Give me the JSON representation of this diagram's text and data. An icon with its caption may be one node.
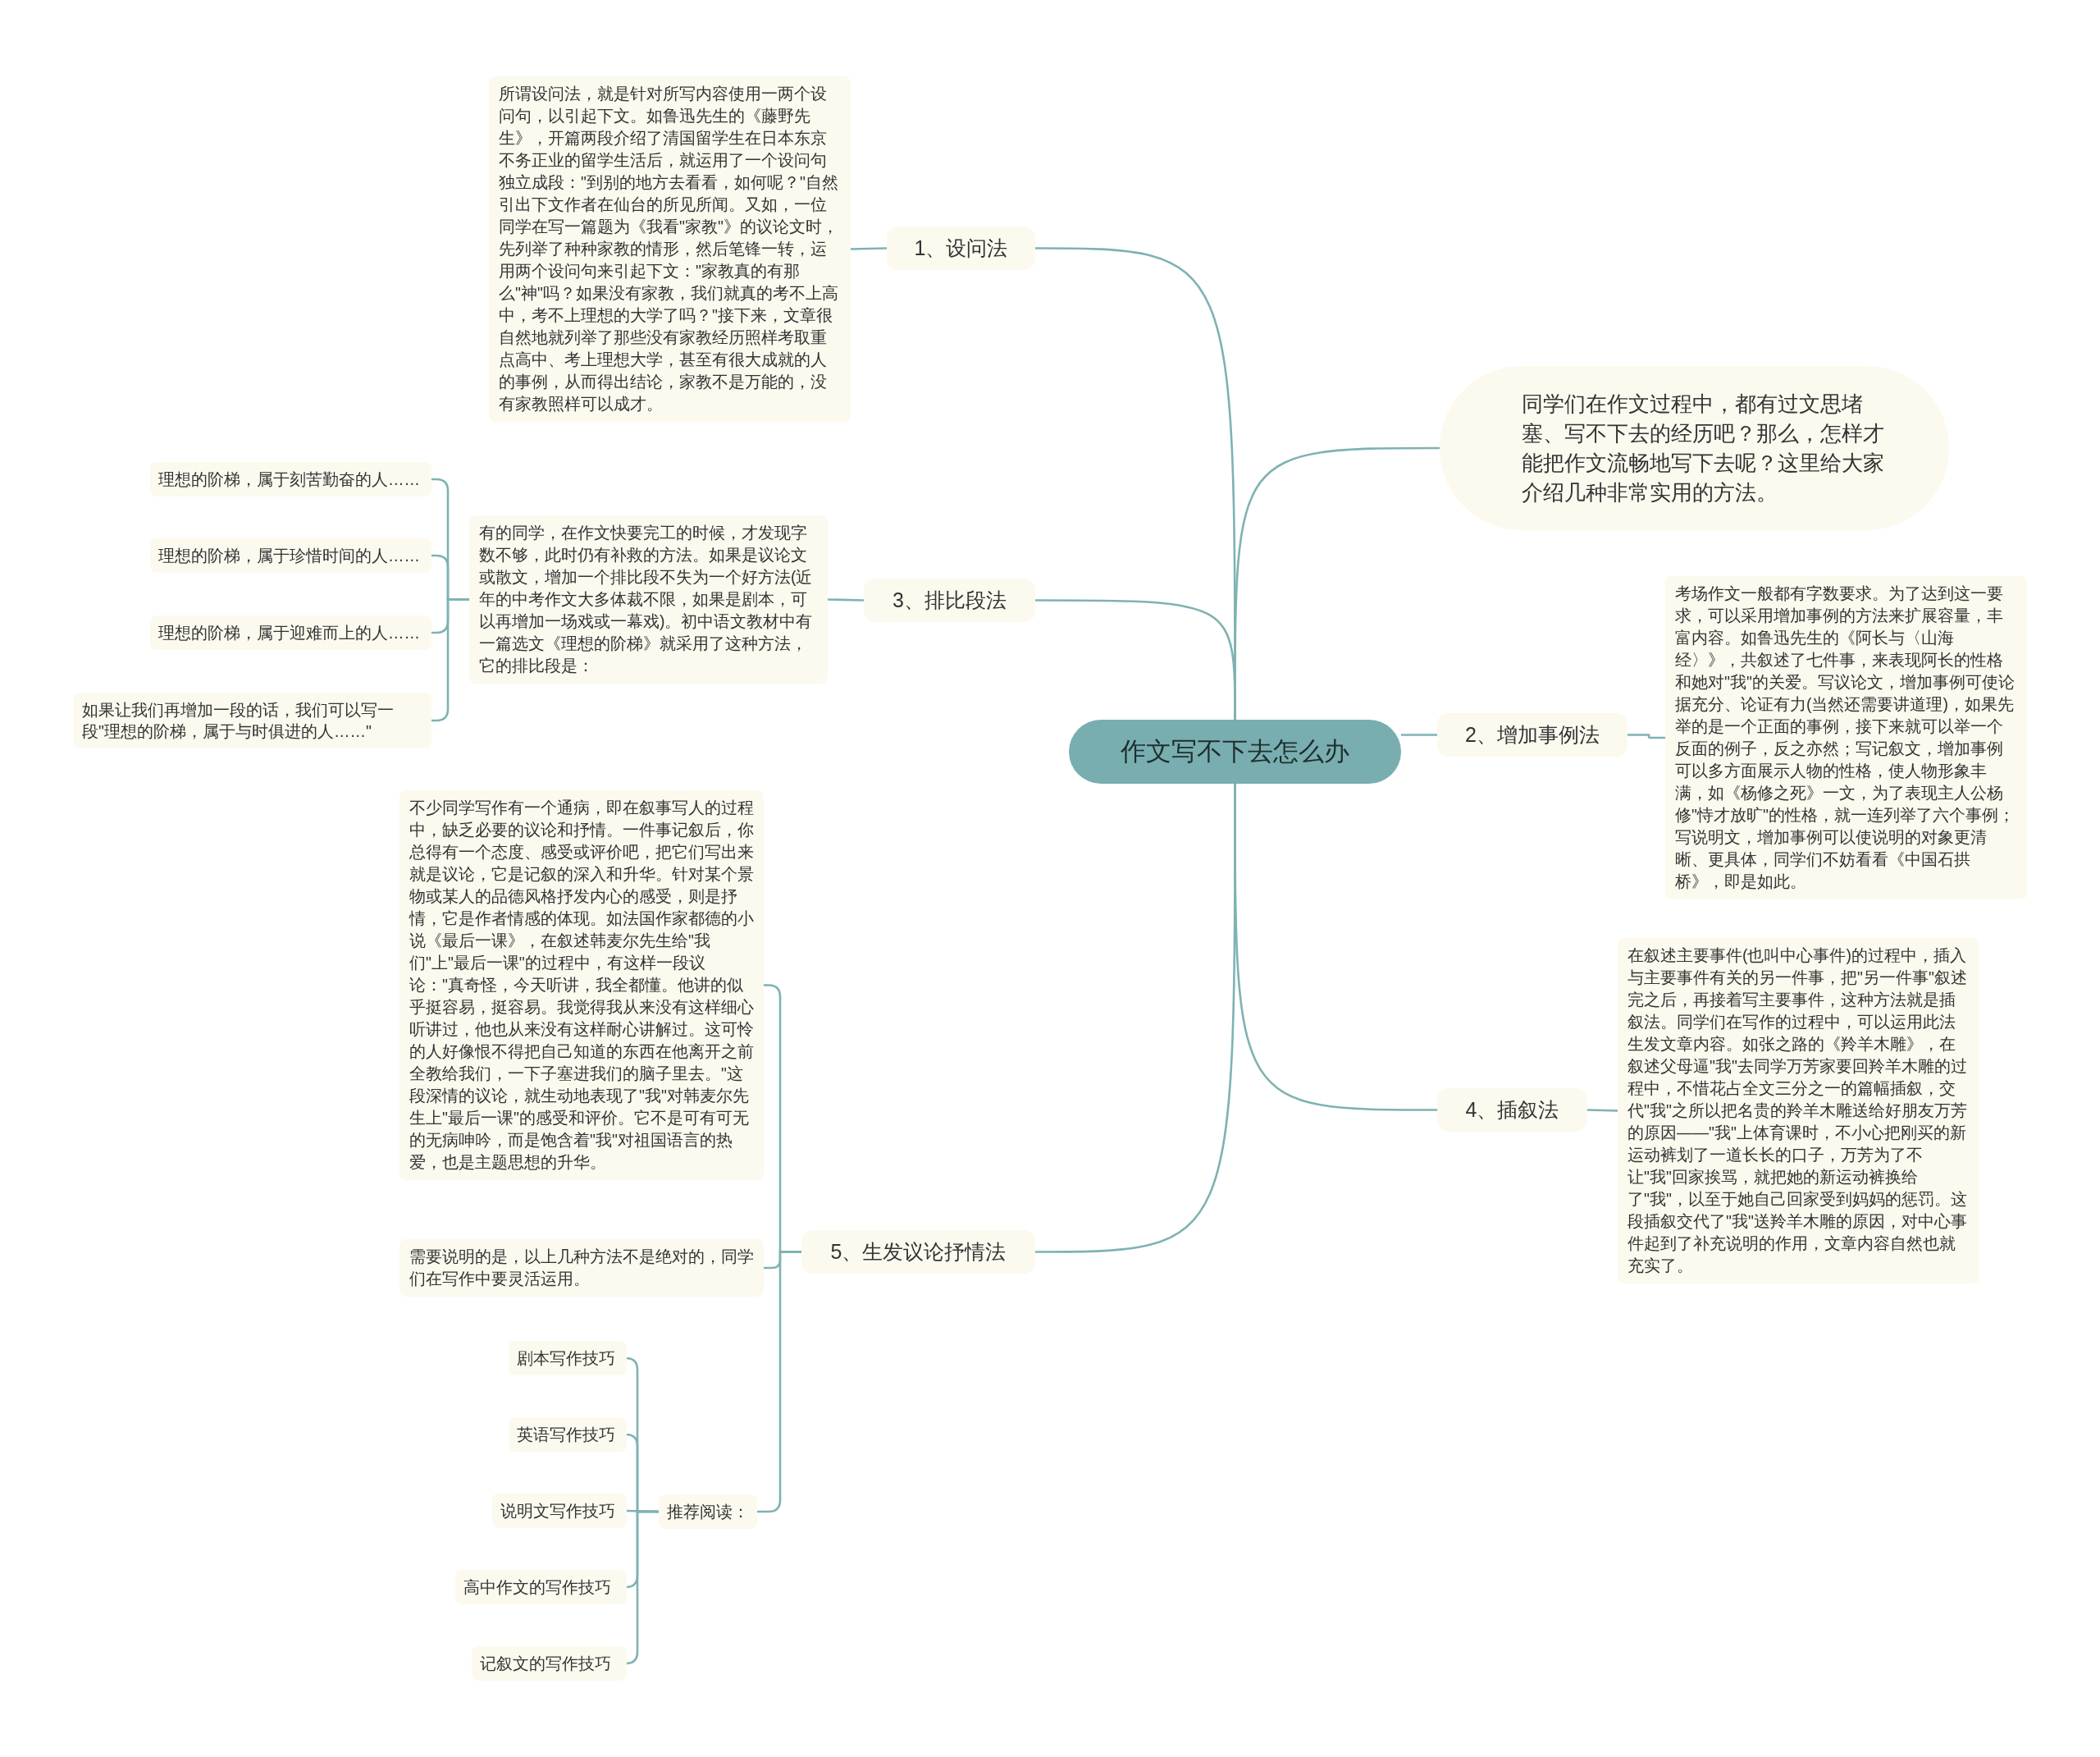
{
  "diagram": {
    "nodes": [
      {
        "text": [
          "作文写不下去怎么办"
        ]
      },
      {
        "text": [
          "1、设问法"
        ]
      },
      {
        "text": [
          "所谓设问法，就是针对所写内容使用一两个设问句，以引起下文。如鲁迅先生的《藤野先生》，开篇两段介绍了清国留学生在日本东京不务正业的留学生活后，就运用了一个设问句独立成段：\"到别的地方去看看，如何呢？\"自然引出下文作者在仙台的所见所闻。又如，一位同学在写一篇题为《我看\"家教\"》的议论文时，先列举了种种家教的情形，然后笔锋一转，运用两个设问句来引起下文：\"家教真的有那么\"神\"吗？如果没有家教，我们就真的考不上高中，考不上理想的大学了吗？\"接下来，文章很自然地就列举了那些没有家教经历照样考取重点高中、考上理想大学，甚至有很大成就的人的事例，从而得出结论，家教不是万能的，没有家教照样可以成才。"
        ]
      },
      {
        "text": [
          "同学们在作文过程中，都有过文思堵塞、写不下去的经历吧？那么，怎样才能把作文流畅地写下去呢？这里给大家介绍几种非常实用的方法。"
        ]
      },
      {
        "text": [
          "2、增加事例法"
        ]
      },
      {
        "text": [
          "考场作文一般都有字数要求。为了达到这一要求，可以采用增加事例的方法来扩展容量，丰富内容。如鲁迅先生的《阿长与〈山海经〉》，共叙述了七件事，来表现阿长的性格和她对\"我\"的关爱。写议论文，增加事例可使论据充分、论证有力(当然还需要讲道理)，如果先举的是一个正面的事例，接下来就可以举一个反面的例子，反之亦然；写记叙文，增加事例可以多方面展示人物的性格，使人物形象丰满，如《杨修之死》一文，为了表现主人公杨修\"恃才放旷\"的性格，就一连列举了六个事例；写说明文，增加事例可以使说明的对象更清晰、更具体，同学们不妨看看《中国石拱桥》，即是如此。"
        ]
      },
      {
        "text": [
          "3、排比段法"
        ]
      },
      {
        "text": [
          "有的同学，在作文快要完工的时候，才发现字数不够，此时仍有补救的方法。如果是议论文或散文，增加一个排比段不失为一个好方法(近年的中考作文大多体裁不限，如果是剧本，可以再增加一场戏或一幕戏)。初中语文教材中有一篇选文《理想的阶梯》就采用了这种方法，它的排比段是："
        ]
      },
      {
        "text": [
          "理想的阶梯，属于刻苦勤奋的人……"
        ]
      },
      {
        "text": [
          "理想的阶梯，属于珍惜时间的人……"
        ]
      },
      {
        "text": [
          "理想的阶梯，属于迎难而上的人……"
        ]
      },
      {
        "text": [
          "如果让我们再增加一段的话，我们可以写一段\"理想的阶梯，属于与时俱进的人……\""
        ]
      },
      {
        "text": [
          "4、插叙法"
        ]
      },
      {
        "text": [
          "在叙述主要事件(也叫中心事件)的过程中，插入与主要事件有关的另一件事，把\"另一件事\"叙述完之后，再接着写主要事件，这种方法就是插叙法。同学们在写作的过程中，可以运用此法生发文章内容。如张之路的《羚羊木雕》，在叙述父母逼\"我\"去同学万芳家要回羚羊木雕的过程中，不惜花占全文三分之一的篇幅插叙，交代\"我\"之所以把名贵的羚羊木雕送给好朋友万芳的原因——\"我\"上体育课时，不小心把刚买的新运动裤划了一道长长的口子，万芳为了不让\"我\"回家挨骂，就把她的新运动裤换给了\"我\"，以至于她自己回家受到妈妈的惩罚。这段插叙交代了\"我\"送羚羊木雕的原因，对中心事件起到了补充说明的作用，文章内容自然也就充实了。"
        ]
      },
      {
        "text": [
          "5、生发议论抒情法"
        ]
      },
      {
        "text": [
          "不少同学写作有一个通病，即在叙事写人的过程中，缺乏必要的议论和抒情。一件事记叙后，你总得有一个态度、感受或评价吧，把它们写出来就是议论，它是记叙的深入和升华。针对某个景物或某人的品德风格抒发内心的感受，则是抒情，它是作者情感的体现。如法国作家都德的小说《最后一课》，在叙述韩麦尔先生给\"我们\"上\"最后一课\"的过程中，有这样一段议论：\"真奇怪，今天听讲，我全都懂。他讲的似乎挺容易，挺容易。我觉得我从来没有这样细心听讲过，他也从来没有这样耐心讲解过。这可怜的人好像恨不得把自己知道的东西在他离开之前全教给我们，一下子塞进我们的脑子里去。\"这段深情的议论，就生动地表现了\"我\"对韩麦尔先生上\"最后一课\"的感受和评价。它不是可有可无的无病呻吟，而是饱含着\"我\"对祖国语言的热爱，也是主题思想的升华。"
        ]
      },
      {
        "text": [
          "需要说明的是，以上几种方法不是绝对的，同学们在写作中要灵活运用。"
        ]
      },
      {
        "text": [
          "推荐阅读："
        ]
      },
      {
        "text": [
          "剧本写作技巧"
        ]
      },
      {
        "text": [
          "英语写作技巧"
        ]
      },
      {
        "text": [
          "说明文写作技巧"
        ]
      },
      {
        "text": [
          "高中作文的写作技巧"
        ]
      },
      {
        "text": [
          "记叙文的写作技巧"
        ]
      }
    ],
    "edges": [
      {
        "from": 0,
        "to": 1,
        "arrow": "none"
      },
      {
        "from": 1,
        "to": 2,
        "arrow": "none"
      },
      {
        "from": 0,
        "to": 3,
        "arrow": "none"
      },
      {
        "from": 0,
        "to": 4,
        "arrow": "none"
      },
      {
        "from": 4,
        "to": 5,
        "arrow": "none"
      },
      {
        "from": 0,
        "to": 6,
        "arrow": "none"
      },
      {
        "from": 6,
        "to": 7,
        "arrow": "none"
      },
      {
        "from": 7,
        "to": 8,
        "arrow": "none"
      },
      {
        "from": 7,
        "to": 9,
        "arrow": "none"
      },
      {
        "from": 7,
        "to": 10,
        "arrow": "none"
      },
      {
        "from": 7,
        "to": 11,
        "arrow": "none"
      },
      {
        "from": 0,
        "to": 12,
        "arrow": "none"
      },
      {
        "from": 12,
        "to": 13,
        "arrow": "none"
      },
      {
        "from": 0,
        "to": 14,
        "arrow": "none"
      },
      {
        "from": 14,
        "to": 15,
        "arrow": "none"
      },
      {
        "from": 14,
        "to": 16,
        "arrow": "none"
      },
      {
        "from": 14,
        "to": 17,
        "arrow": "none"
      },
      {
        "from": 17,
        "to": 18,
        "arrow": "none"
      },
      {
        "from": 17,
        "to": 19,
        "arrow": "none"
      },
      {
        "from": 17,
        "to": 20,
        "arrow": "none"
      },
      {
        "from": 17,
        "to": 21,
        "arrow": "none"
      },
      {
        "from": 17,
        "to": 22,
        "arrow": "none"
      }
    ]
  }
}
